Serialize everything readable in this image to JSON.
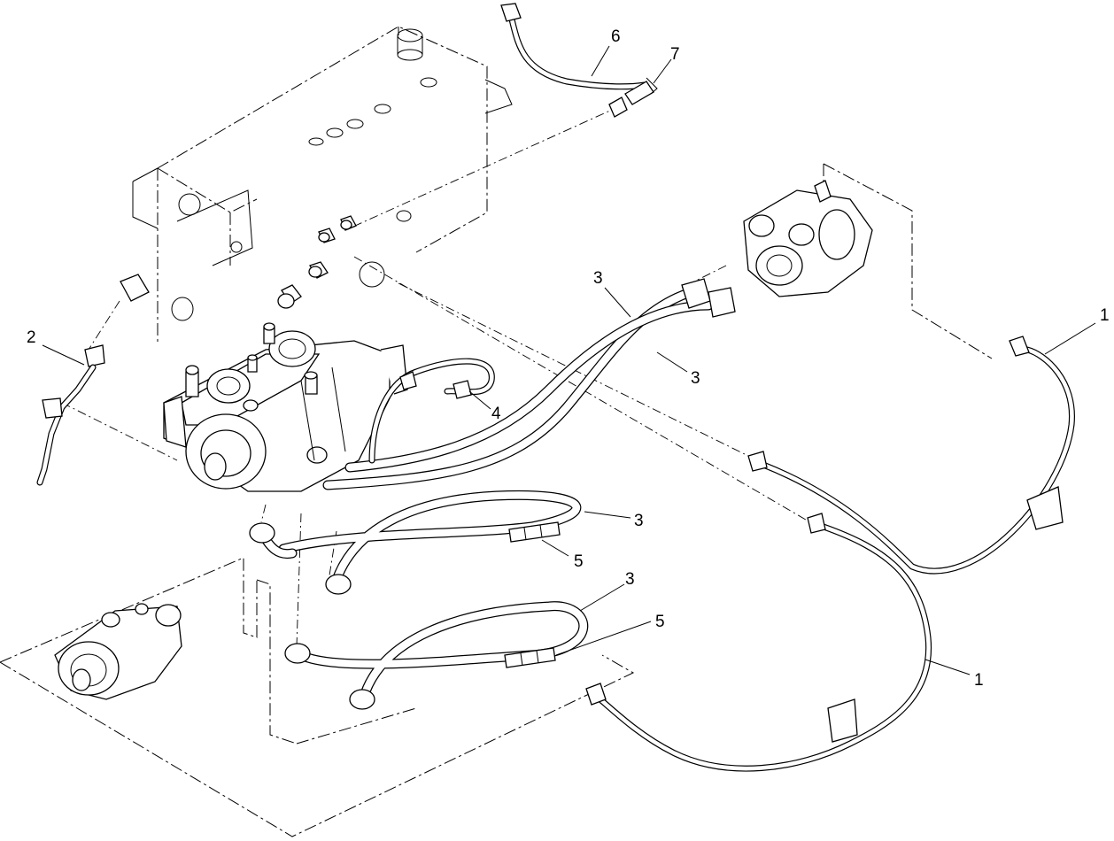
{
  "callouts": [
    {
      "id": "1",
      "text": "1"
    },
    {
      "id": "1b",
      "text": "1"
    },
    {
      "id": "2",
      "text": "2"
    },
    {
      "id": "3a",
      "text": "3"
    },
    {
      "id": "3b",
      "text": "3"
    },
    {
      "id": "3c",
      "text": "3"
    },
    {
      "id": "3d",
      "text": "3"
    },
    {
      "id": "4",
      "text": "4"
    },
    {
      "id": "5a",
      "text": "5"
    },
    {
      "id": "5b",
      "text": "5"
    },
    {
      "id": "6",
      "text": "6"
    },
    {
      "id": "7",
      "text": "7"
    }
  ]
}
